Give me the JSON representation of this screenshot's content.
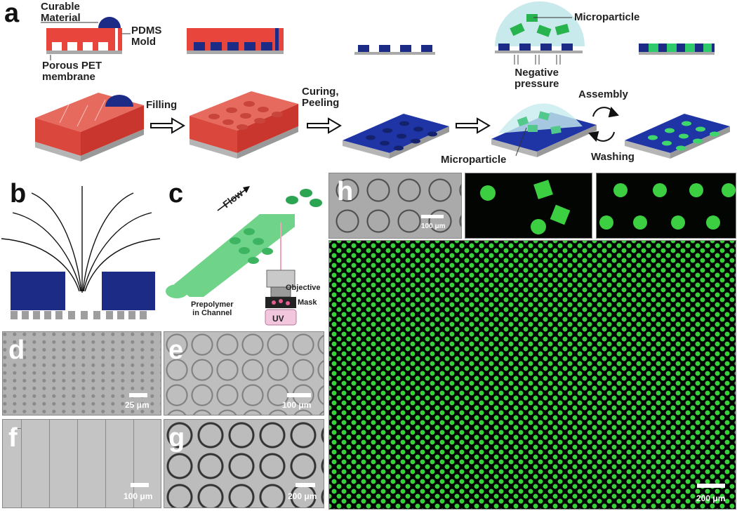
{
  "panels": {
    "a": "a",
    "b": "b",
    "c": "c",
    "d": "d",
    "e": "e",
    "f": "f",
    "g": "g",
    "h": "h"
  },
  "panel_a": {
    "curable_material": "Curable\nMaterial",
    "pdms_mold": "PDMS\nMold",
    "porous_pet": "Porous PET\nmembrane",
    "filling": "Filling",
    "curing_peeling": "Curing,\nPeeling",
    "microparticle_top": "Microparticle",
    "negative_pressure": "Negative\npressure",
    "assembly": "Assembly",
    "washing": "Washing",
    "microparticle_bottom": "Microparticle"
  },
  "panel_c": {
    "flow": "Flow",
    "prepolymer": "Prepolymer\nin Channel",
    "objective": "Objective",
    "mask": "Mask",
    "uv": "UV"
  },
  "scalebars": {
    "d": "25 μm",
    "e": "100 μm",
    "f": "100 μm",
    "g": "200 μm",
    "h_small": "100 μm",
    "h_large": "200 μm"
  },
  "colors": {
    "mold_red": "#e8453c",
    "pet_gray": "#a9a9a9",
    "material_navy": "#1c2c86",
    "particle_green": "#2fcb6a",
    "fluor_green": "#3dcf42"
  }
}
